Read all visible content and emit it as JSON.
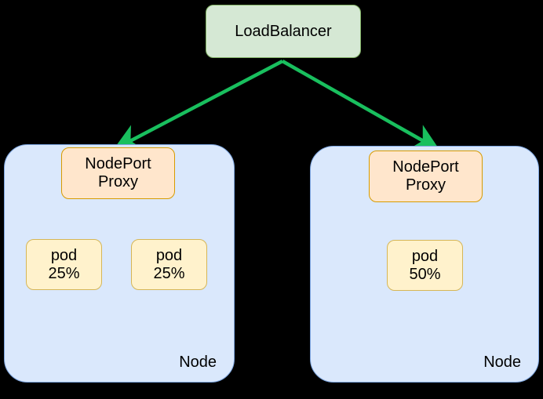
{
  "diagram": {
    "title_node": {
      "label": "LoadBalancer"
    },
    "colors": {
      "arrow": "#19bf5e",
      "node_fill": "#dae8fc",
      "node_stroke": "#7ea6e0",
      "loadbalancer_fill": "#d5e8d4",
      "loadbalancer_stroke": "#82b366",
      "proxy_fill": "#ffe6cc",
      "proxy_stroke": "#d79b00",
      "pod_fill": "#fff2cc",
      "pod_stroke": "#d6b656",
      "background": "#000000",
      "text": "#000000"
    },
    "nodes": [
      {
        "id": "node-left",
        "label": "Node",
        "proxy": {
          "line1": "NodePort",
          "line2": "Proxy"
        },
        "pods": [
          {
            "line1": "pod",
            "line2": "25%"
          },
          {
            "line1": "pod",
            "line2": "25%"
          }
        ]
      },
      {
        "id": "node-right",
        "label": "Node",
        "proxy": {
          "line1": "NodePort",
          "line2": "Proxy"
        },
        "pods": [
          {
            "line1": "pod",
            "line2": "50%"
          }
        ]
      }
    ]
  }
}
